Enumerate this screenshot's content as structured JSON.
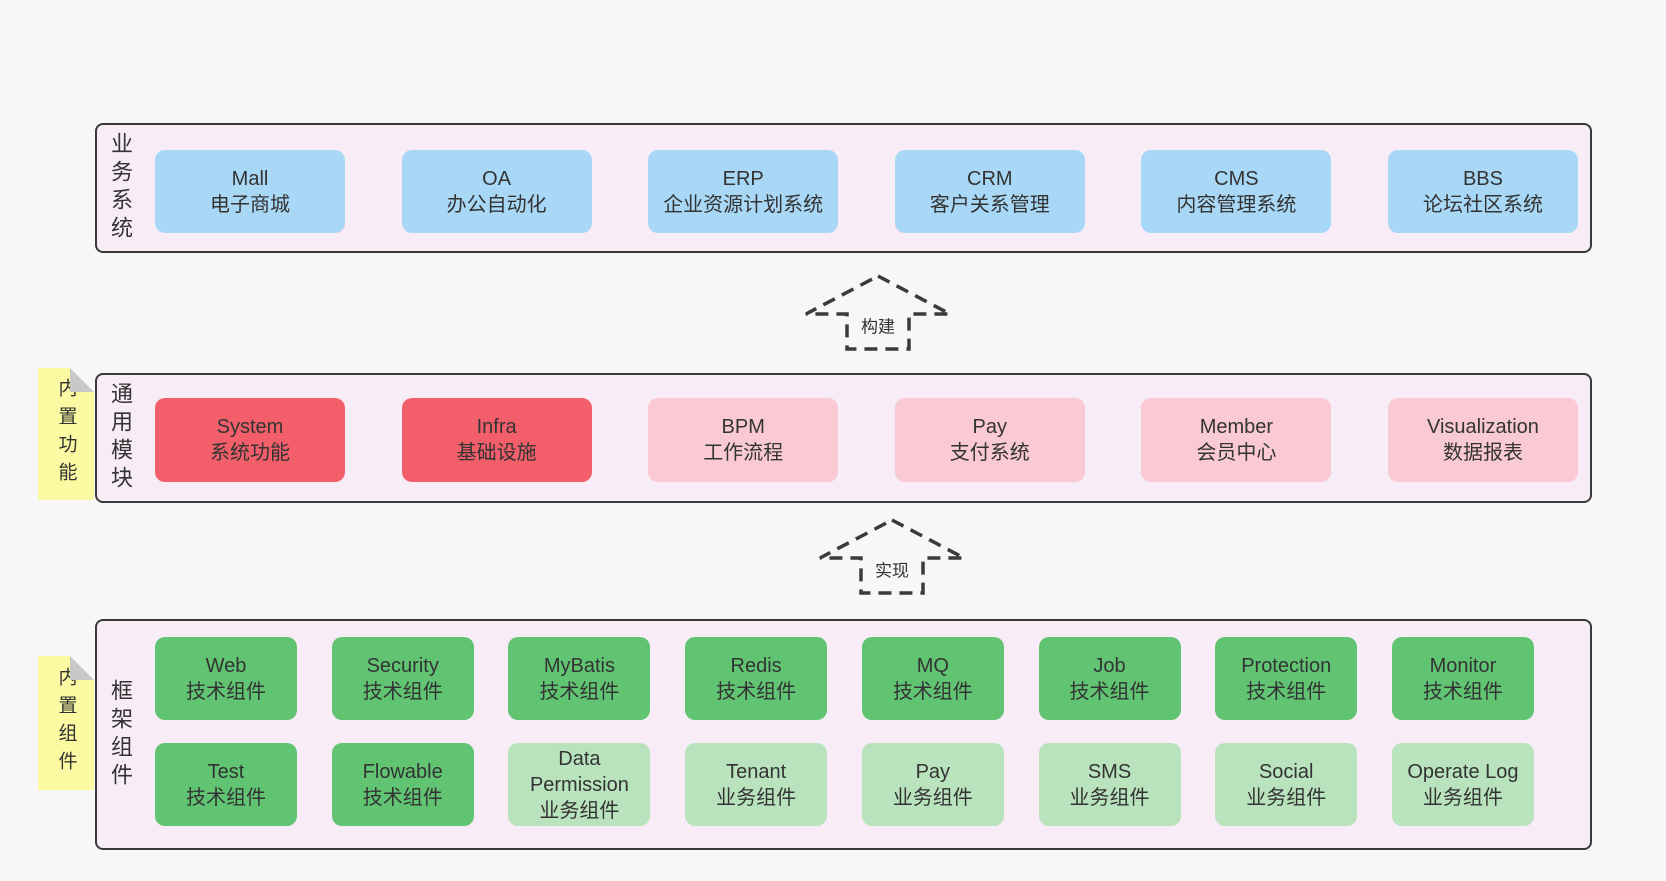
{
  "page": {
    "background": "#f7f7f7",
    "text_color": "#333333"
  },
  "colors": {
    "panel_fill": "#f8ecf6",
    "panel_border": "#3a3a3a",
    "blue_box": "#a8d8f6",
    "red_box": "#f25f6a",
    "pink_box": "#f9c9d4",
    "green_box": "#61c472",
    "light_green_box": "#b9e3bd",
    "sticky_yellow": "#fbf9a2",
    "fold_gray": "#c8c8c8"
  },
  "arrows": [
    {
      "label": "构建"
    },
    {
      "label": "实现"
    }
  ],
  "sections": [
    {
      "label": "业务系统",
      "rows": [
        [
          {
            "title": "Mall",
            "subtitle": "电子商城"
          },
          {
            "title": "OA",
            "subtitle": "办公自动化"
          },
          {
            "title": "ERP",
            "subtitle": "企业资源计划系统"
          },
          {
            "title": "CRM",
            "subtitle": "客户关系管理"
          },
          {
            "title": "CMS",
            "subtitle": "内容管理系统"
          },
          {
            "title": "BBS",
            "subtitle": "论坛社区系统"
          }
        ]
      ]
    },
    {
      "label": "通用模块",
      "sticky": "内置功能",
      "rows": [
        [
          {
            "title": "System",
            "subtitle": "系统功能"
          },
          {
            "title": "Infra",
            "subtitle": "基础设施"
          },
          {
            "title": "BPM",
            "subtitle": "工作流程"
          },
          {
            "title": "Pay",
            "subtitle": "支付系统"
          },
          {
            "title": "Member",
            "subtitle": "会员中心"
          },
          {
            "title": "Visualization",
            "subtitle": "数据报表"
          }
        ]
      ]
    },
    {
      "label": "框架组件",
      "sticky": "内置组件",
      "rows": [
        [
          {
            "title": "Web",
            "subtitle": "技术组件"
          },
          {
            "title": "Security",
            "subtitle": "技术组件"
          },
          {
            "title": "MyBatis",
            "subtitle": "技术组件"
          },
          {
            "title": "Redis",
            "subtitle": "技术组件"
          },
          {
            "title": "MQ",
            "subtitle": "技术组件"
          },
          {
            "title": "Job",
            "subtitle": "技术组件"
          },
          {
            "title": "Protection",
            "subtitle": "技术组件"
          },
          {
            "title": "Monitor",
            "subtitle": "技术组件"
          }
        ],
        [
          {
            "title": "Test",
            "subtitle": "技术组件"
          },
          {
            "title": "Flowable",
            "subtitle": "技术组件"
          },
          {
            "title": "Data Permission",
            "subtitle": "业务组件"
          },
          {
            "title": "Tenant",
            "subtitle": "业务组件"
          },
          {
            "title": "Pay",
            "subtitle": "业务组件"
          },
          {
            "title": "SMS",
            "subtitle": "业务组件"
          },
          {
            "title": "Social",
            "subtitle": "业务组件"
          },
          {
            "title": "Operate Log",
            "subtitle": "业务组件"
          }
        ]
      ]
    }
  ]
}
